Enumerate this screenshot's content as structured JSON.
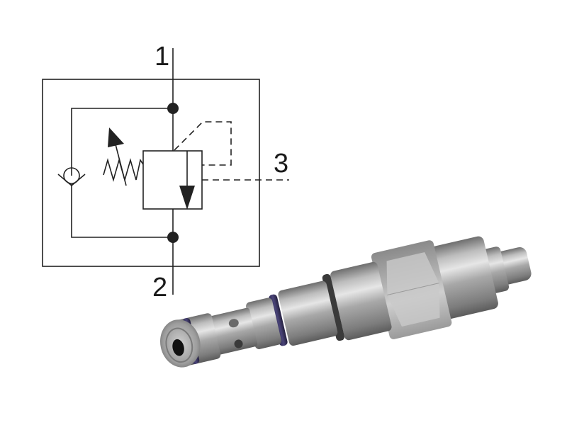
{
  "diagram": {
    "type": "hydraulic-schematic",
    "description": "Pressure reducing/relieving valve with adjustable spring and reverse-flow check valve",
    "ports": [
      {
        "id": "port-1",
        "label": "1"
      },
      {
        "id": "port-2",
        "label": "2"
      },
      {
        "id": "port-3",
        "label": "3"
      }
    ],
    "components": [
      "adjustable-spring",
      "valve-spool-box",
      "flow-arrow-down",
      "check-valve",
      "pilot-line-dashed",
      "drain-line-dashed",
      "junction-dot-top",
      "junction-dot-bottom"
    ],
    "colors": {
      "line": "#222222",
      "background": "#ffffff",
      "oring": "#3a3560",
      "metal_light": "#d8d8d8",
      "metal_dark": "#7a7a7a"
    }
  },
  "product": {
    "kind": "screw-in cartridge valve render"
  }
}
